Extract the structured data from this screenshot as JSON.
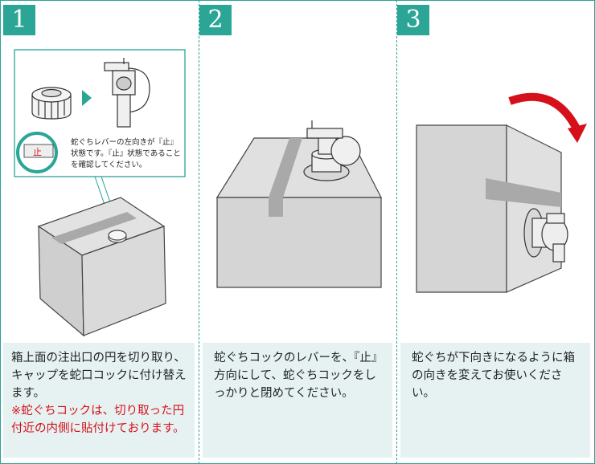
{
  "steps": [
    {
      "number": "1",
      "text": "箱上面の注出口の円を切り取り、キャップを蛇口コックに付け替えます。",
      "note": "※蛇ぐちコックは、切り取った円付近の内側に貼付けております。",
      "callout": "蛇ぐちレバーの左向きが『止』状態です。『止』状態であることを確認してください。",
      "lever_label": "止"
    },
    {
      "number": "2",
      "text": "蛇ぐちコックのレバーを、『止』方向にして、蛇ぐちコックをしっかりと閉めてください。"
    },
    {
      "number": "3",
      "text": "蛇ぐちが下向きになるように箱の向きを変えてお使いください。"
    }
  ],
  "colors": {
    "accent": "#2aa596",
    "note": "#d6101a",
    "caption_bg": "#e6f2f2",
    "arrow": "#d6101a"
  }
}
